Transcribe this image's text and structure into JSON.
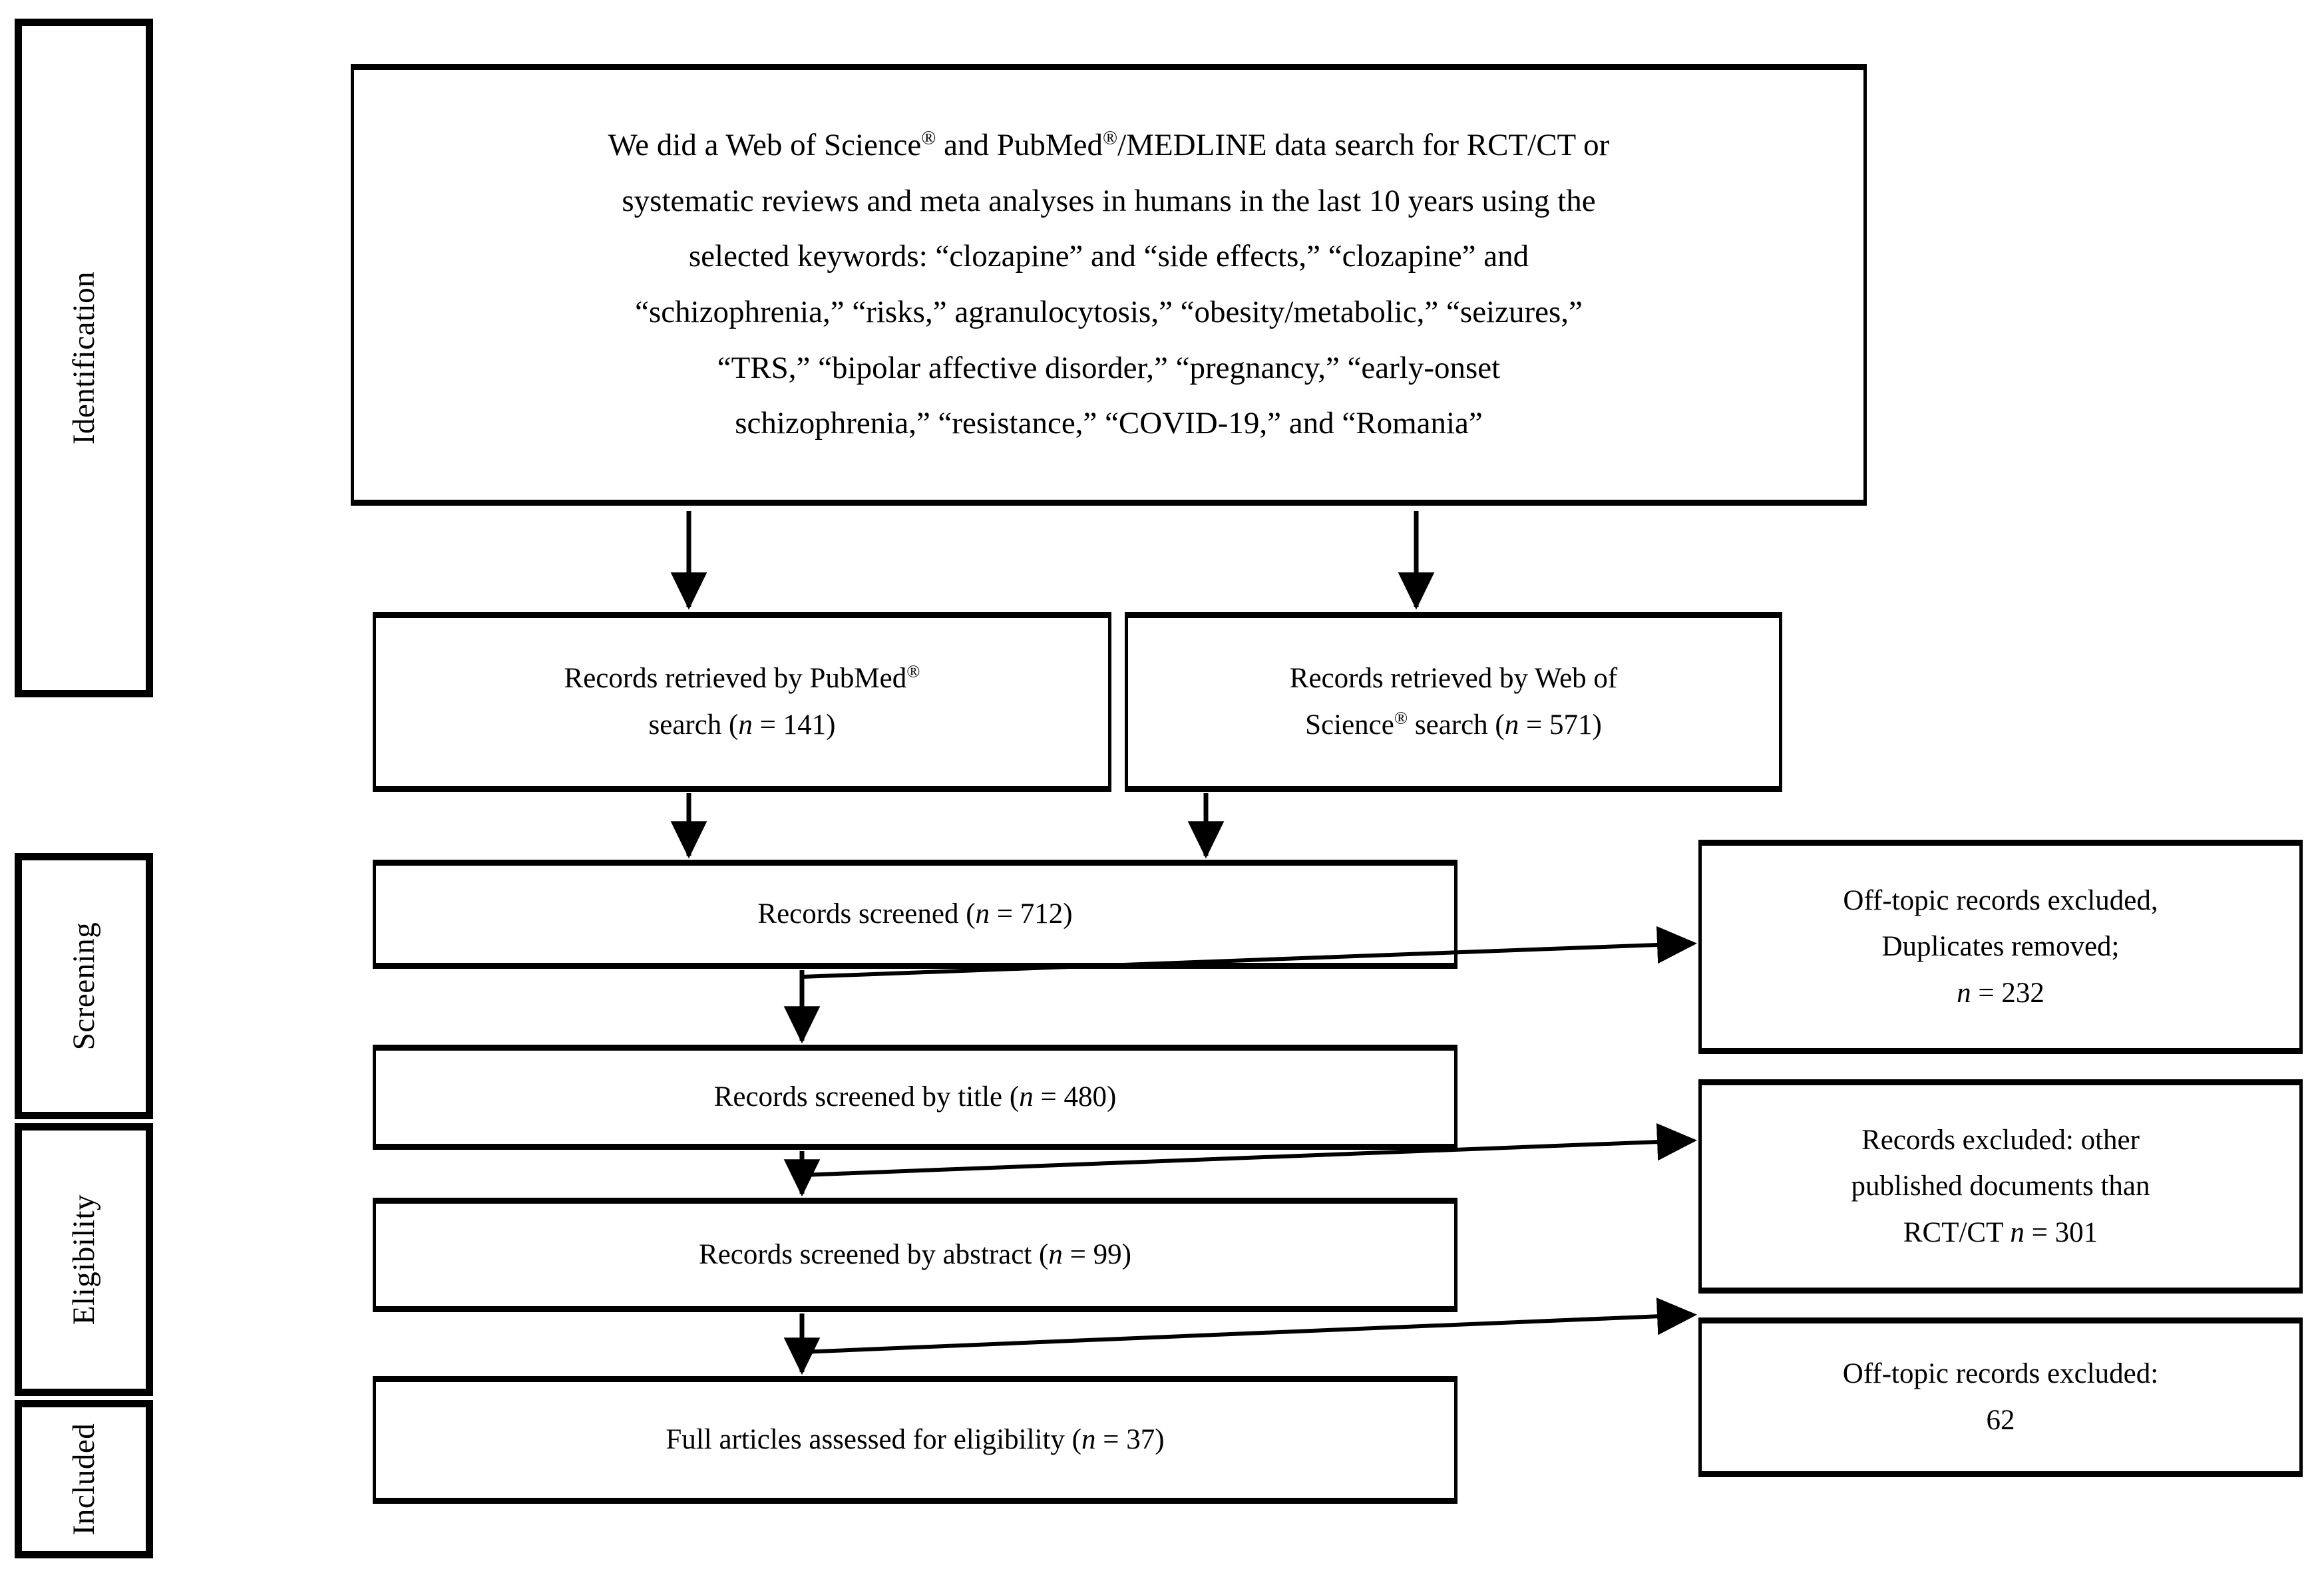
{
  "figure": {
    "type": "prisma-flow-diagram",
    "stages": [
      {
        "id": "identification",
        "label": "Identification"
      },
      {
        "id": "screening",
        "label": "Screening"
      },
      {
        "id": "eligibility",
        "label": "Eligibility"
      },
      {
        "id": "included",
        "label": "Included"
      }
    ],
    "identification_box": {
      "lines": [
        "We did a Web of Science® and PubMed®/MEDLINE data search for RCT/CT or",
        "systematic reviews and meta analyses in humans in the last 10 years using the",
        "selected keywords: “clozapine” and “side effects,” “clozapine” and",
        "“schizophrenia,” “risks,” agranulocytosis,” “obesity/metabolic,” “seizures,”",
        "“TRS,” “bipolar affective disorder,” “pregnancy,” “early-onset",
        "schizophrenia,” “resistance,” “COVID-19,” and “Romania”"
      ]
    },
    "sources": [
      {
        "id": "pubmed",
        "line1": "Records retrieved by PubMed®",
        "line2_prefix": "search (",
        "n_symbol": "n",
        "n_eq": " = ",
        "n_value": "141",
        "line2_suffix": ")"
      },
      {
        "id": "web-of-science",
        "line1": "Records retrieved by Web of",
        "line2_prefix": "Science® search (",
        "n_symbol": "n",
        "n_eq": " = ",
        "n_value": "571",
        "line2_suffix": ")"
      }
    ],
    "flow": [
      {
        "id": "records-screened",
        "prefix": "Records screened (",
        "n_symbol": "n",
        "n_eq": " = ",
        "n_value": "712",
        "suffix": ")"
      },
      {
        "id": "screened-by-title",
        "prefix": "Records screened by title (",
        "n_symbol": "n",
        "n_eq": " = ",
        "n_value": "480",
        "suffix": ")"
      },
      {
        "id": "screened-by-abstract",
        "prefix": "Records screened by abstract (",
        "n_symbol": "n",
        "n_eq": " = ",
        "n_value": "99",
        "suffix": ")"
      },
      {
        "id": "full-articles-eligibility",
        "prefix": "Full articles assessed for eligibility (",
        "n_symbol": "n",
        "n_eq": " = ",
        "n_value": "37",
        "suffix": ")"
      }
    ],
    "exclusions": [
      {
        "id": "off-topic-duplicates",
        "line1": "Off-topic records excluded,",
        "line2": "Duplicates removed;",
        "n_symbol": "n",
        "n_eq": " = ",
        "n_value": "232"
      },
      {
        "id": "other-published-documents",
        "line1": "Records excluded: other",
        "line2": "published documents than",
        "line3_prefix": "RCT/CT ",
        "n_symbol": "n",
        "n_eq": " = ",
        "n_value": "301"
      },
      {
        "id": "off-topic-62",
        "line1": "Off-topic records excluded:",
        "n_value": "62"
      }
    ]
  },
  "chart_data": {
    "type": "table",
    "title": "PRISMA flow of study selection",
    "records": [
      {
        "stage": "Records retrieved by PubMed® search",
        "n": 141
      },
      {
        "stage": "Records retrieved by Web of Science® search",
        "n": 571
      },
      {
        "stage": "Records screened",
        "n": 712
      },
      {
        "stage": "Off-topic records excluded, Duplicates removed",
        "n": 232
      },
      {
        "stage": "Records screened by title",
        "n": 480
      },
      {
        "stage": "Records excluded: other published documents than RCT/CT",
        "n": 301
      },
      {
        "stage": "Records screened by abstract",
        "n": 99
      },
      {
        "stage": "Off-topic records excluded",
        "n": 62
      },
      {
        "stage": "Full articles assessed for eligibility",
        "n": 37
      }
    ]
  }
}
